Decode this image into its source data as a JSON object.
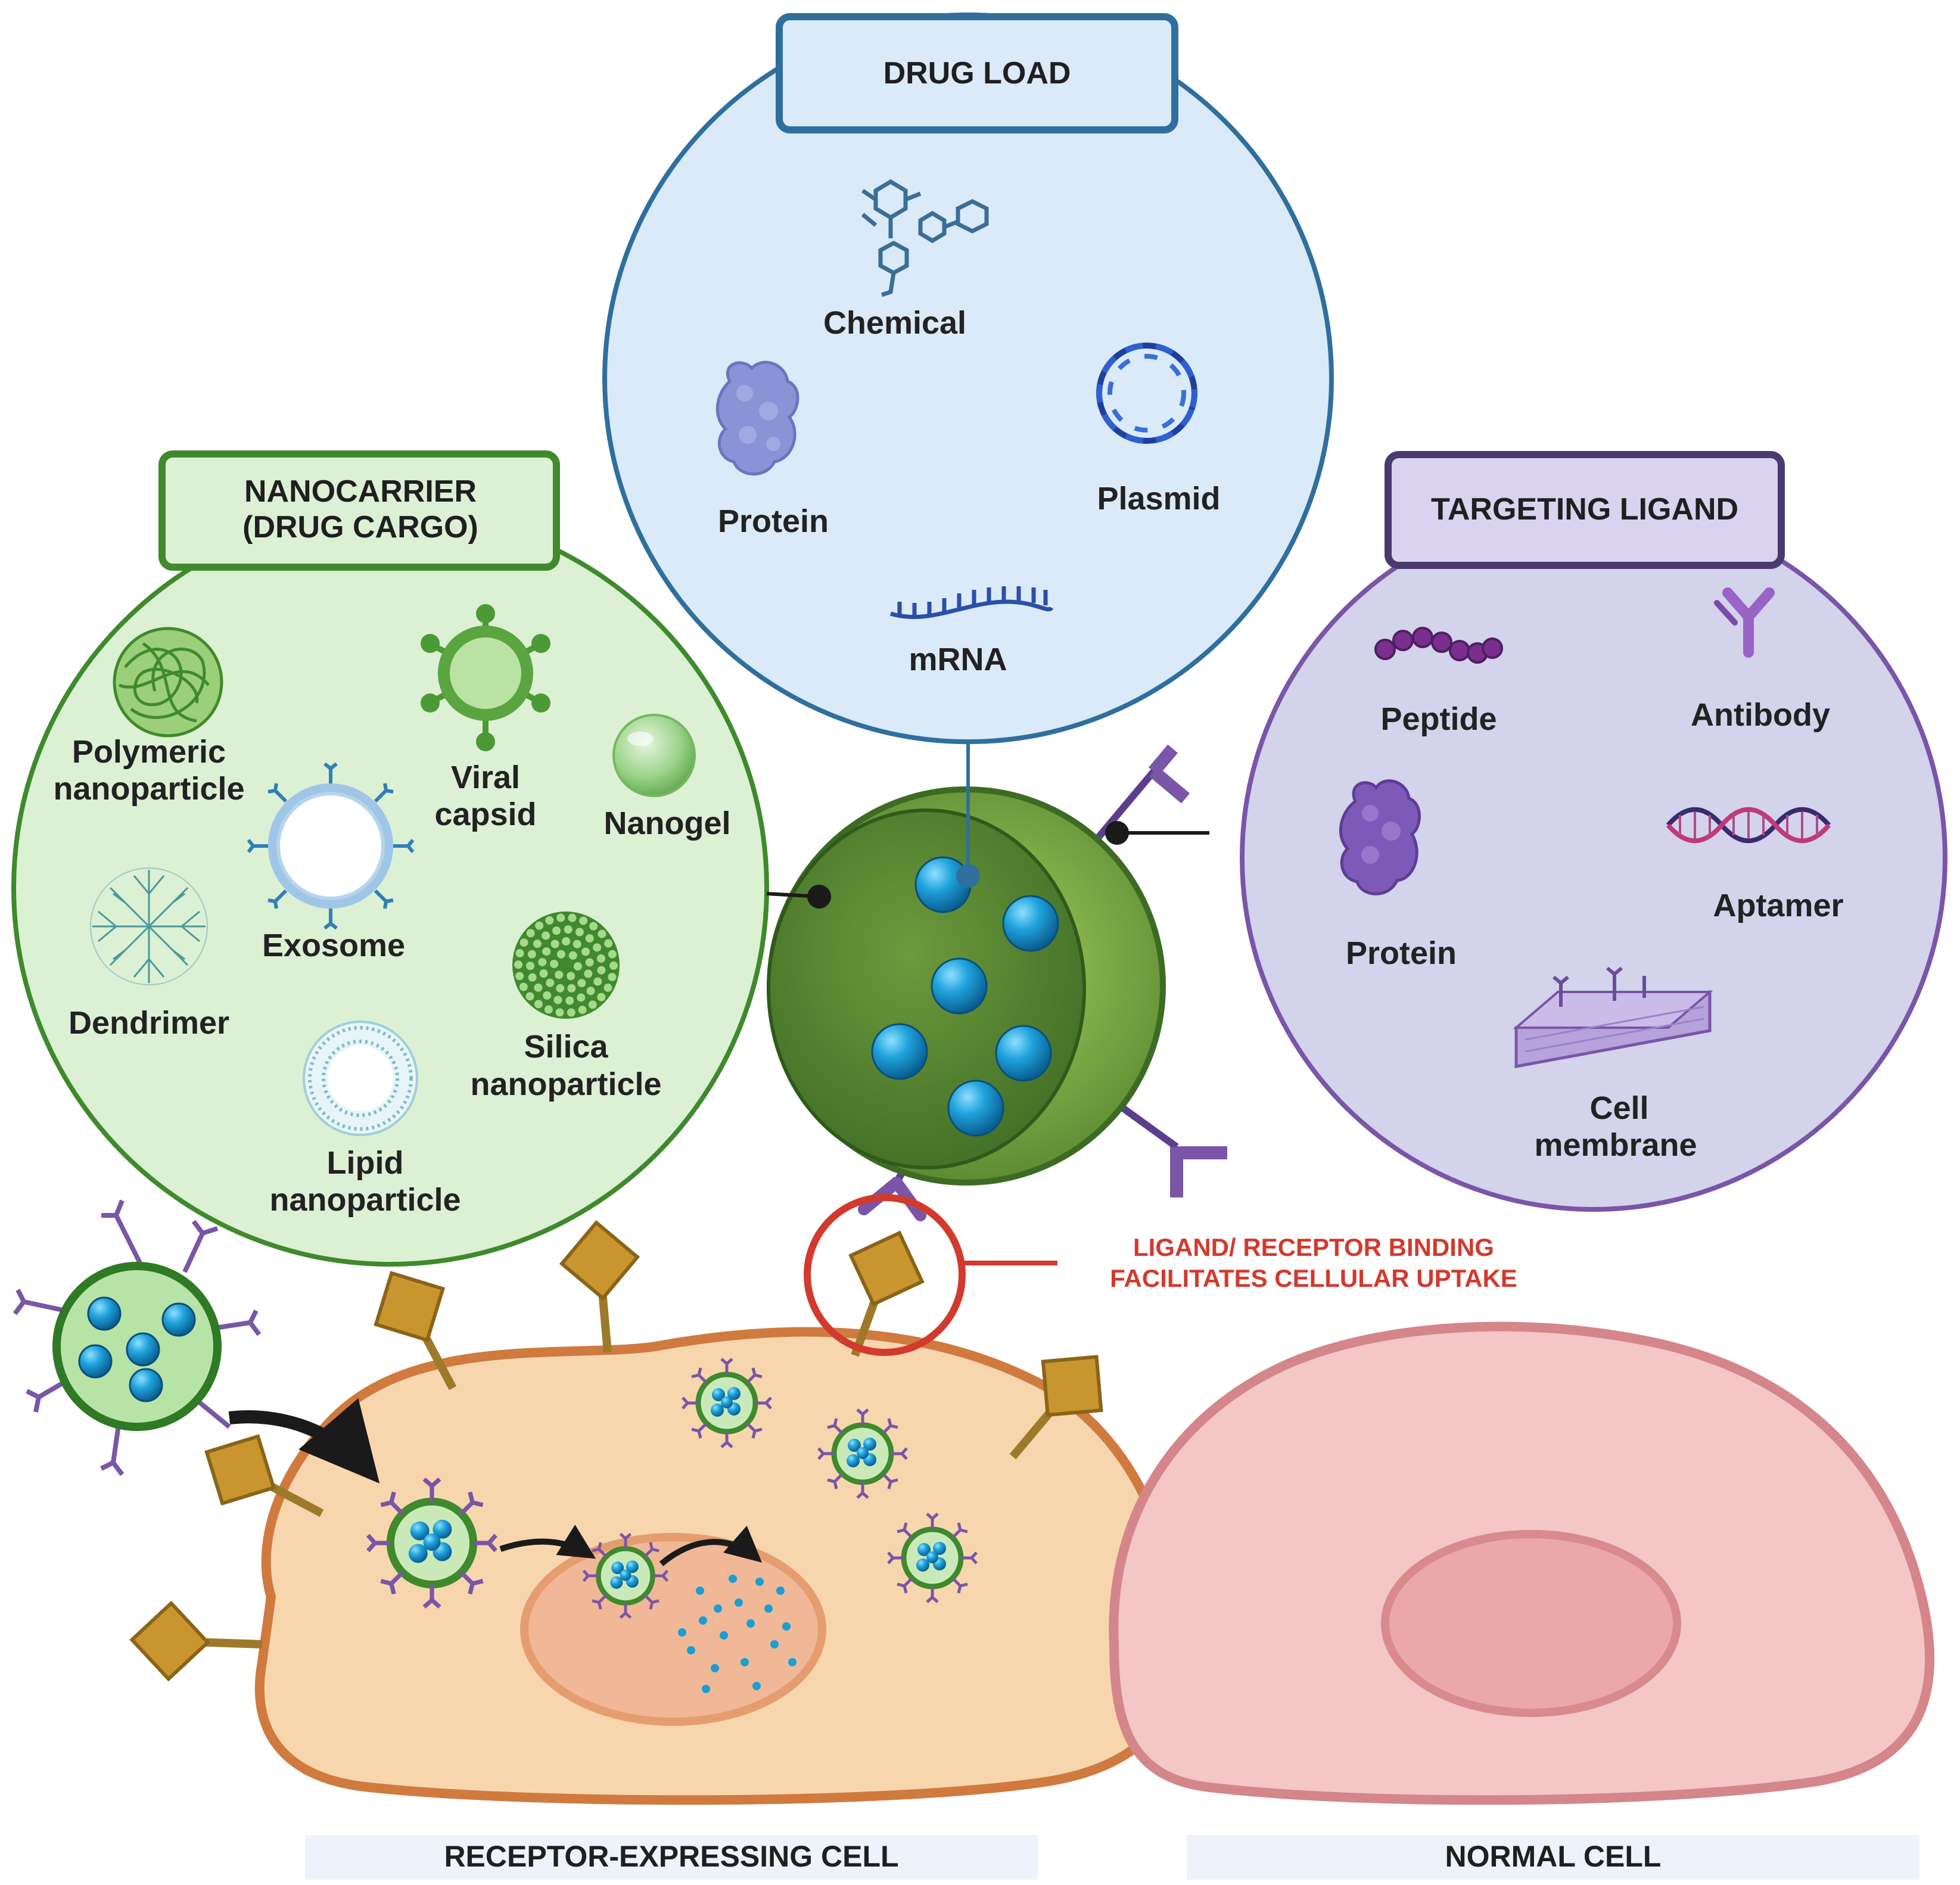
{
  "colors": {
    "drug_load": "#2f6f9e",
    "nanocarrier": "#3f8a2c",
    "targeting": "#7a55a8",
    "receptor": "#c9952f",
    "annotation": "#d23a2e",
    "receptor_cell": "#f8d6ad",
    "normal_cell": "#f4c6c6"
  },
  "drug_load": {
    "title": "DRUG LOAD",
    "items": {
      "chemical": "Chemical",
      "protein": "Protein",
      "plasmid": "Plasmid",
      "mrna": "mRNA"
    }
  },
  "nanocarrier": {
    "title_line1": "NANOCARRIER",
    "title_line2": "(DRUG CARGO)",
    "items": {
      "polymeric_1": "Polymeric",
      "polymeric_2": "nanoparticle",
      "viral_1": "Viral",
      "viral_2": "capsid",
      "nanogel": "Nanogel",
      "exosome": "Exosome",
      "dendrimer": "Dendrimer",
      "silica_1": "Silica",
      "silica_2": "nanoparticle",
      "lipid_1": "Lipid",
      "lipid_2": "nanoparticle"
    }
  },
  "targeting_ligand": {
    "title": "TARGETING LIGAND",
    "items": {
      "peptide": "Peptide",
      "antibody": "Antibody",
      "protein": "Protein",
      "aptamer": "Aptamer",
      "cell_1": "Cell",
      "cell_2": "membrane"
    }
  },
  "annotation": {
    "line1": "LIGAND/ RECEPTOR BINDING",
    "line2": "FACILITATES CELLULAR UPTAKE"
  },
  "cells": {
    "receptor_cell": "RECEPTOR-EXPRESSING CELL",
    "normal_cell": "NORMAL CELL"
  },
  "icons": [
    "chemical-icon",
    "protein-icon",
    "plasmid-icon",
    "mrna-icon",
    "polymeric-nanoparticle-icon",
    "viral-capsid-icon",
    "nanogel-icon",
    "exosome-icon",
    "dendrimer-icon",
    "silica-nanoparticle-icon",
    "lipid-nanoparticle-icon",
    "peptide-icon",
    "antibody-icon",
    "aptamer-icon",
    "cell-membrane-icon",
    "receptor-icon",
    "nanoparticle-icon",
    "arrow-icon"
  ]
}
